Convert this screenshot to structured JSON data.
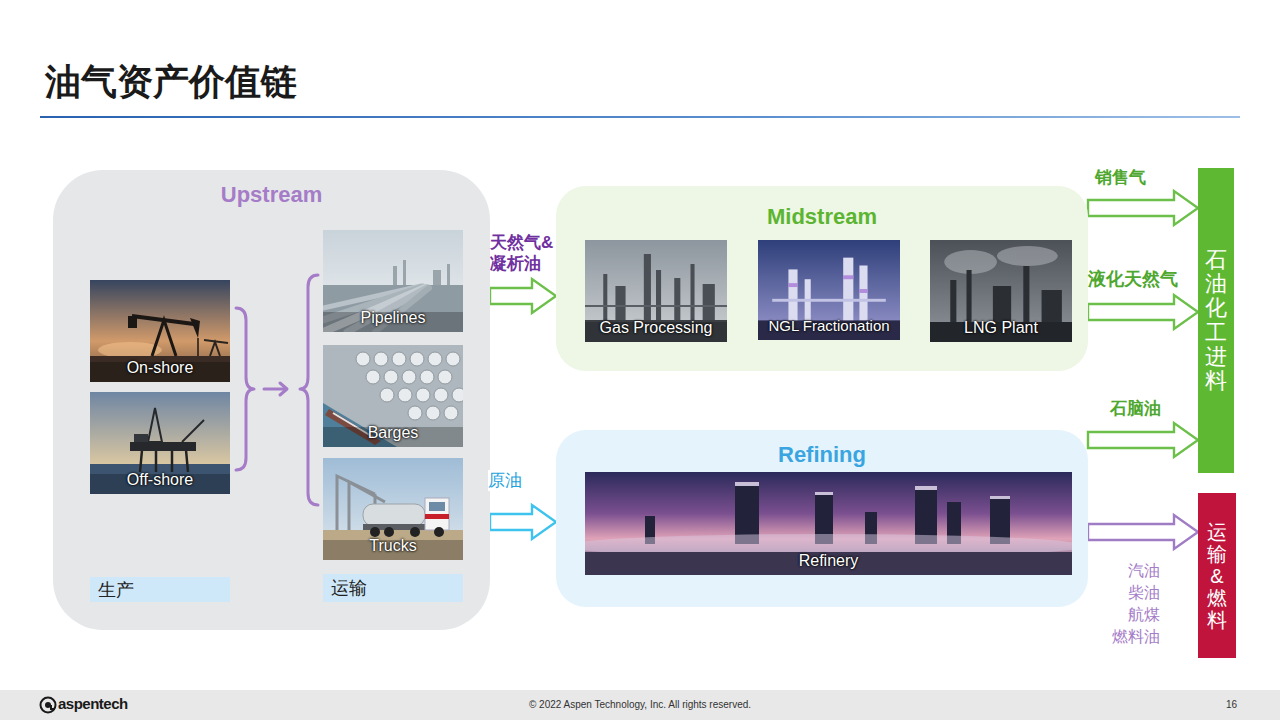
{
  "diagram": {
    "title": "油气资产价值链",
    "nodes": [
      {
        "text": [
          "Upstream"
        ]
      },
      {
        "text": [
          "On-shore"
        ],
        "in": 0
      },
      {
        "text": [
          "Off-shore"
        ],
        "in": 0
      },
      {
        "text": [
          "Pipelines"
        ],
        "in": 0
      },
      {
        "text": [
          "Barges"
        ],
        "in": 0
      },
      {
        "text": [
          "Trucks"
        ],
        "in": 0
      },
      {
        "text": [
          "生产"
        ],
        "in": 0
      },
      {
        "text": [
          "运输"
        ],
        "in": 0
      },
      {
        "text": [
          "Midstream"
        ]
      },
      {
        "text": [
          "Gas Processing"
        ],
        "in": 8
      },
      {
        "text": [
          "NGL Fractionation"
        ],
        "in": 8
      },
      {
        "text": [
          "LNG Plant"
        ],
        "in": 8
      },
      {
        "text": [
          "Refining"
        ]
      },
      {
        "text": [
          "Refinery"
        ],
        "in": 12
      },
      {
        "text": [
          "石油化工进料"
        ]
      },
      {
        "text": [
          "运输 & 燃料"
        ]
      }
    ],
    "edges": [
      {
        "from": 0,
        "to": 8,
        "arrow": "to",
        "label": "天然气& 凝析油"
      },
      {
        "from": 0,
        "to": 12,
        "arrow": "to",
        "label": "原油"
      },
      {
        "from": 8,
        "to": 14,
        "arrow": "to",
        "label": "销售气"
      },
      {
        "from": 8,
        "to": 14,
        "arrow": "to",
        "label": "液化天然气"
      },
      {
        "from": 12,
        "to": 14,
        "arrow": "to",
        "label": "石脑油"
      },
      {
        "from": 12,
        "to": 15,
        "arrow": "to",
        "label": "汽油 柴油 航煤 燃料油"
      }
    ],
    "labels": [
      "aspentech",
      "© 2022 Aspen Technology, Inc. All rights reserved.",
      "16"
    ]
  }
}
